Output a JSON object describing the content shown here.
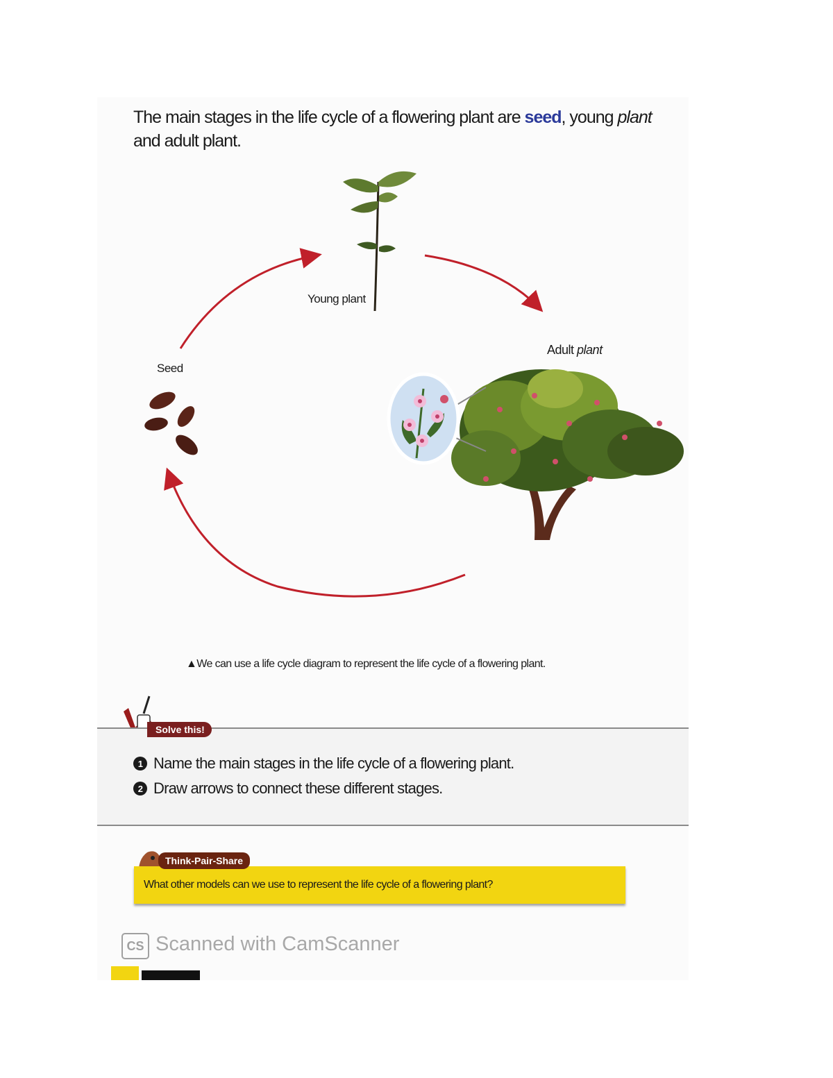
{
  "intro": {
    "part1": "The main stages in the life cycle of a flowering plant are ",
    "seed": "seed",
    "part2": ", young ",
    "plant": "plant",
    "part3": " and adult plant."
  },
  "diagram": {
    "young_plant": "Young plant",
    "adult_plant_word": "Adult ",
    "adult_plant_italic": "plant",
    "seed": "Seed",
    "arrow_color": "#c0202a"
  },
  "caption": "▲We can use a life cycle diagram to represent the life cycle of a flowering plant.",
  "solve": {
    "tag": "Solve this!",
    "q1_num": "1",
    "q1": "Name the main stages in the life cycle of a flowering plant.",
    "q2_num": "2",
    "q2": "Draw arrows to connect these different stages."
  },
  "think": {
    "tag": "Think-Pair-Share",
    "question": "What other models can we use to represent the life cycle of a flowering plant?"
  },
  "watermark": {
    "logo": "CS",
    "text": "Scanned with CamScanner"
  },
  "icons": [
    "pencil-checkmark-icon",
    "character-icon",
    "camscanner-logo-icon"
  ]
}
